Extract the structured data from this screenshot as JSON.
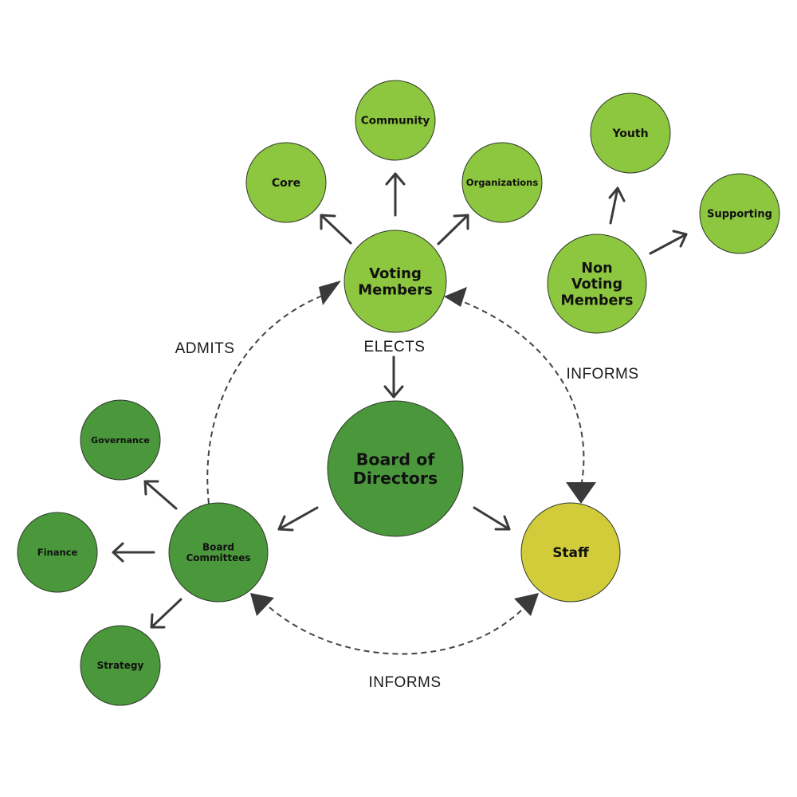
{
  "colors": {
    "light_green": "#8dc63f",
    "dark_green": "#4a973c",
    "yellow": "#d2cc3a"
  },
  "nodes": {
    "voting_members": [
      "Voting",
      "Members"
    ],
    "community": [
      "Community"
    ],
    "core": [
      "Core"
    ],
    "organizations": [
      "Organizations"
    ],
    "youth": [
      "Youth"
    ],
    "supporting": [
      "Supporting"
    ],
    "non_voting_members": [
      "Non",
      "Voting",
      "Members"
    ],
    "board_of_directors": [
      "Board of",
      "Directors"
    ],
    "board_committees": [
      "Board",
      "Committees"
    ],
    "governance": [
      "Governance"
    ],
    "finance": [
      "Finance"
    ],
    "strategy": [
      "Strategy"
    ],
    "staff": [
      "Staff"
    ]
  },
  "edge_labels": {
    "admits": "ADMITS",
    "elects": "ELECTS",
    "informs_members_staff": "INFORMS",
    "informs_committees_staff": "INFORMS"
  }
}
